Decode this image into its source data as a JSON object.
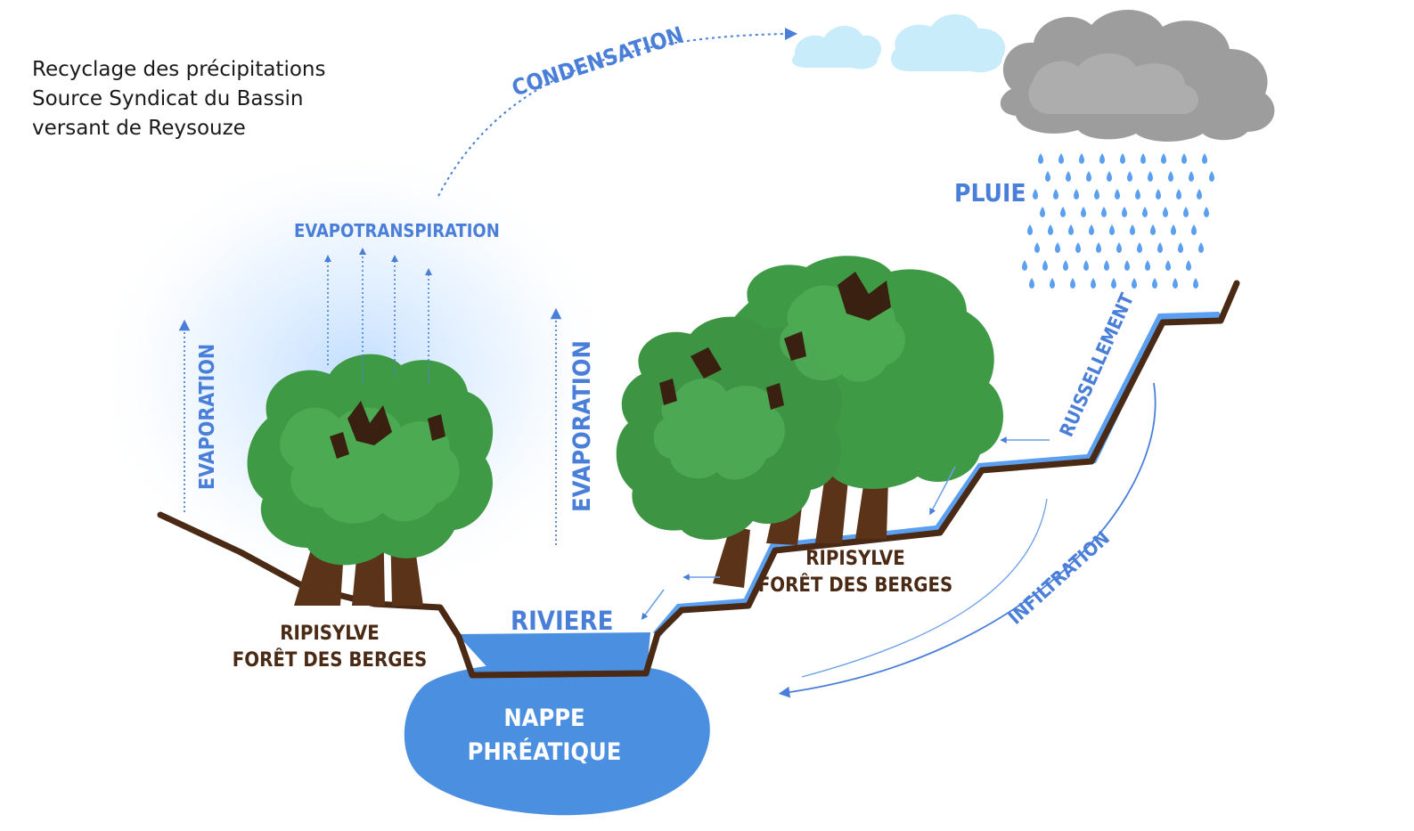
{
  "caption": {
    "line1": "Recyclage des précipitations",
    "line2": "Source Syndicat du Bassin",
    "line3": "versant de Reysouze"
  },
  "labels": {
    "condensation": "CONDENSATION",
    "evapotranspiration": "EVAPOTRANSPIRATION",
    "evaporation_left": "EVAPORATION",
    "evaporation_center": "EVAPORATION",
    "pluie": "PLUIE",
    "ruissellement": "RUISSELLEMENT",
    "infiltration": "INFILTRATION",
    "riviere": "RIVIERE",
    "ripisylve_left_1": "RIPISYLVE",
    "ripisylve_left_2": "FORÊT DES BERGES",
    "ripisylve_right_1": "RIPISYLVE",
    "ripisylve_right_2": "FORÊT DES BERGES",
    "nappe_1": "NAPPE",
    "nappe_2": "PHRÉATIQUE"
  },
  "colors": {
    "water": "#4a8fe0",
    "label_blue": "#4a7fd9",
    "label_brown": "#4a2a14",
    "foliage": "#3f9a45",
    "trunk": "#5a3319",
    "cloud_light": "#c9ecfb",
    "cloud_dark": "#9d9d9d"
  }
}
